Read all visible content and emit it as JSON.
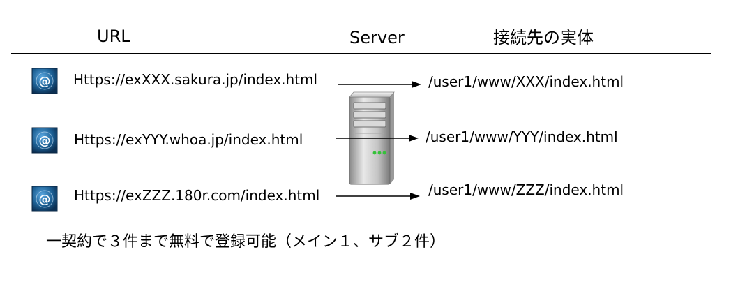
{
  "headers": {
    "url": "URL",
    "server": "Server",
    "target": "接続先の実体"
  },
  "rows": [
    {
      "url": "Https://exXXX.sakura.jp/index.html",
      "path": "/user1/www/XXX/index.html"
    },
    {
      "url": "Https://exYYY.whoa.jp/index.html",
      "path": "/user1/www/YYY/index.html"
    },
    {
      "url": "Https://exZZZ.180r.com/index.html",
      "path": "/user1/www/ZZZ/index.html"
    }
  ],
  "note": "一契約で３件まで無料で登録可能（メイン１、サブ２件）",
  "icons": {
    "url_icon": "at-sign-globe-icon",
    "server_icon": "server-tower-icon"
  },
  "colors": {
    "icon_blue": "#1c5f93",
    "line": "#000000",
    "server_gray": "#b9b9b9",
    "led_green": "#35c23a"
  }
}
